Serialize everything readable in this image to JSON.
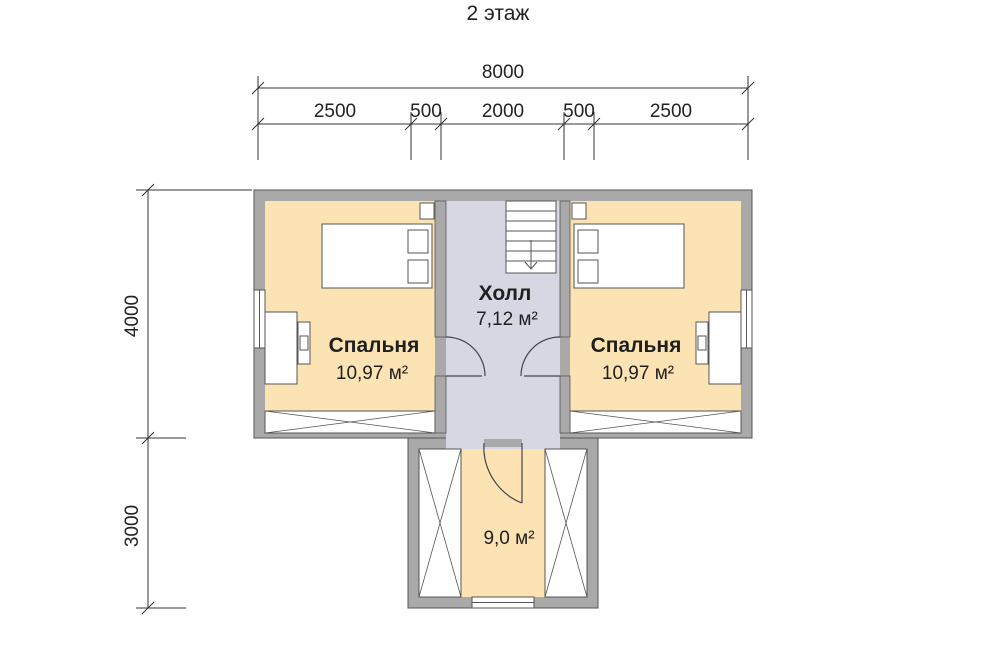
{
  "title": "2 этаж",
  "dimensions": {
    "total_width": "8000",
    "segments": [
      "2500",
      "500",
      "2000",
      "500",
      "2500"
    ],
    "main_depth": "4000",
    "annex_depth": "3000"
  },
  "rooms": {
    "bedroom_left": {
      "name": "Спальня",
      "area": "10,97 м²"
    },
    "hall": {
      "name": "Холл",
      "area": "7,12 м²"
    },
    "bedroom_right": {
      "name": "Спальня",
      "area": "10,97 м²"
    },
    "balcony": {
      "area": "9,0 м²"
    }
  },
  "colors": {
    "wall": "#a9a9a9",
    "bedroom_fill": "#fce3b4",
    "hall_fill": "#d7d7e4",
    "balcony_fill": "#fce3b4",
    "line": "#555555"
  }
}
